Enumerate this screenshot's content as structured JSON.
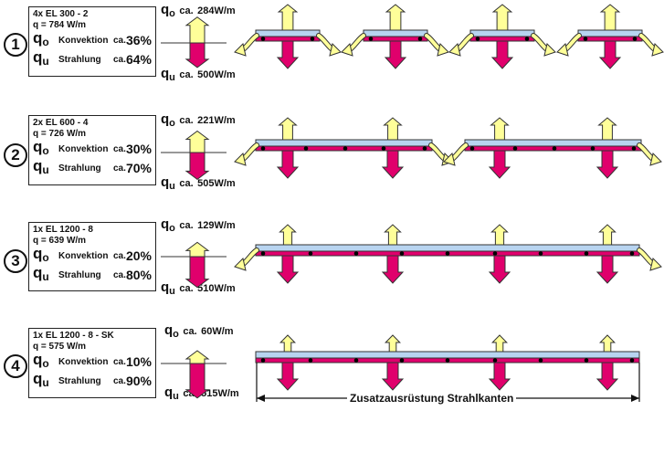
{
  "rows": [
    {
      "num": "1",
      "model": "4x EL 300 - 2",
      "q": "q = 784 W/m",
      "q_sym": "q",
      "o_sub": "o",
      "u_sub": "u",
      "konv_label": "Konvektion",
      "konv_ca": "ca.",
      "konv_pct": "36%",
      "strahl_label": "Strahlung",
      "strahl_ca": "ca.",
      "strahl_pct": "64%",
      "qo_ca": "ca.",
      "qo_value": "284W/m",
      "qu_ca": "ca.",
      "qu_value": "500W/m",
      "up_fraction": 0.36,
      "down_fraction": 0.64
    },
    {
      "num": "2",
      "model": "2x EL 600 - 4",
      "q": "q = 726 W/m",
      "q_sym": "q",
      "o_sub": "o",
      "u_sub": "u",
      "konv_label": "Konvektion",
      "konv_ca": "ca.",
      "konv_pct": "30%",
      "strahl_label": "Strahlung",
      "strahl_ca": "ca.",
      "strahl_pct": "70%",
      "qo_ca": "ca.",
      "qo_value": "221W/m",
      "qu_ca": "ca.",
      "qu_value": "505W/m",
      "up_fraction": 0.3,
      "down_fraction": 0.7
    },
    {
      "num": "3",
      "model": "1x EL 1200 - 8",
      "q": "q = 639 W/m",
      "q_sym": "q",
      "o_sub": "o",
      "u_sub": "u",
      "konv_label": "Konvektion",
      "konv_ca": "ca.",
      "konv_pct": "20%",
      "strahl_label": "Strahlung",
      "strahl_ca": "ca.",
      "strahl_pct": "80%",
      "qo_ca": "ca.",
      "qo_value": "129W/m",
      "qu_ca": "ca.",
      "qu_value": "510W/m",
      "up_fraction": 0.2,
      "down_fraction": 0.8
    },
    {
      "num": "4",
      "model": "1x EL 1200 - 8 - SK",
      "q": "q = 575 W/m",
      "q_sym": "q",
      "o_sub": "o",
      "u_sub": "u",
      "konv_label": "Konvektion",
      "konv_ca": "ca.",
      "konv_pct": "10%",
      "strahl_label": "Strahlung",
      "strahl_ca": "ca.",
      "strahl_pct": "90%",
      "qo_ca": "ca.",
      "qo_value": "60W/m",
      "qu_ca": "ca.",
      "qu_value": "515W/m",
      "up_fraction": 0.1,
      "down_fraction": 0.9
    }
  ],
  "strahlkanten_label": "Zusatzausrüstung Strahlkanten",
  "colors": {
    "up_arrow": "#ffff99",
    "down_arrow": "#e0006c",
    "panel_top": "#b8d4f0",
    "panel_bottom": "#e0006c",
    "dot": "#000000"
  }
}
